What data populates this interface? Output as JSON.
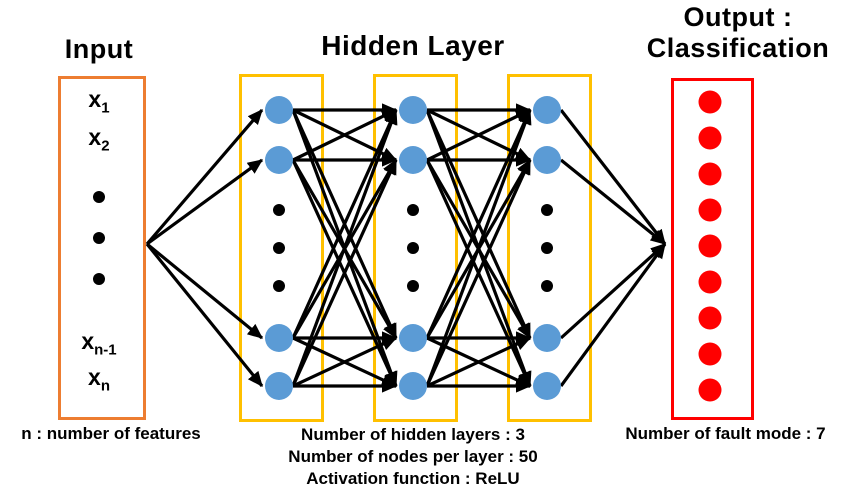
{
  "diagram": {
    "input": {
      "title": "Input",
      "labels": [
        {
          "base": "x",
          "sub": "1"
        },
        {
          "base": "x",
          "sub": "2"
        },
        {
          "base": "x",
          "sub": "n-1"
        },
        {
          "base": "x",
          "sub": "n"
        }
      ],
      "ellipsis_dots": 3,
      "caption": "n : number of features",
      "border_color": "#ED7D31"
    },
    "hidden": {
      "title": "Hidden Layer",
      "num_layers_shown": 3,
      "visible_nodes_per_layer": 4,
      "ellipsis_dots": 3,
      "captions": [
        "Number of hidden layers : 3",
        "Number of nodes per layer : 50",
        "Activation function : ReLU"
      ],
      "border_color": "#FFC000",
      "node_color": "#5B9BD5"
    },
    "output": {
      "title_line1": "Output :",
      "title_line2": "Classification",
      "num_dots": 9,
      "caption": "Number of fault mode : 7",
      "border_color": "#FF0000",
      "node_color": "#FF0000"
    },
    "connection_color": "#000000"
  }
}
